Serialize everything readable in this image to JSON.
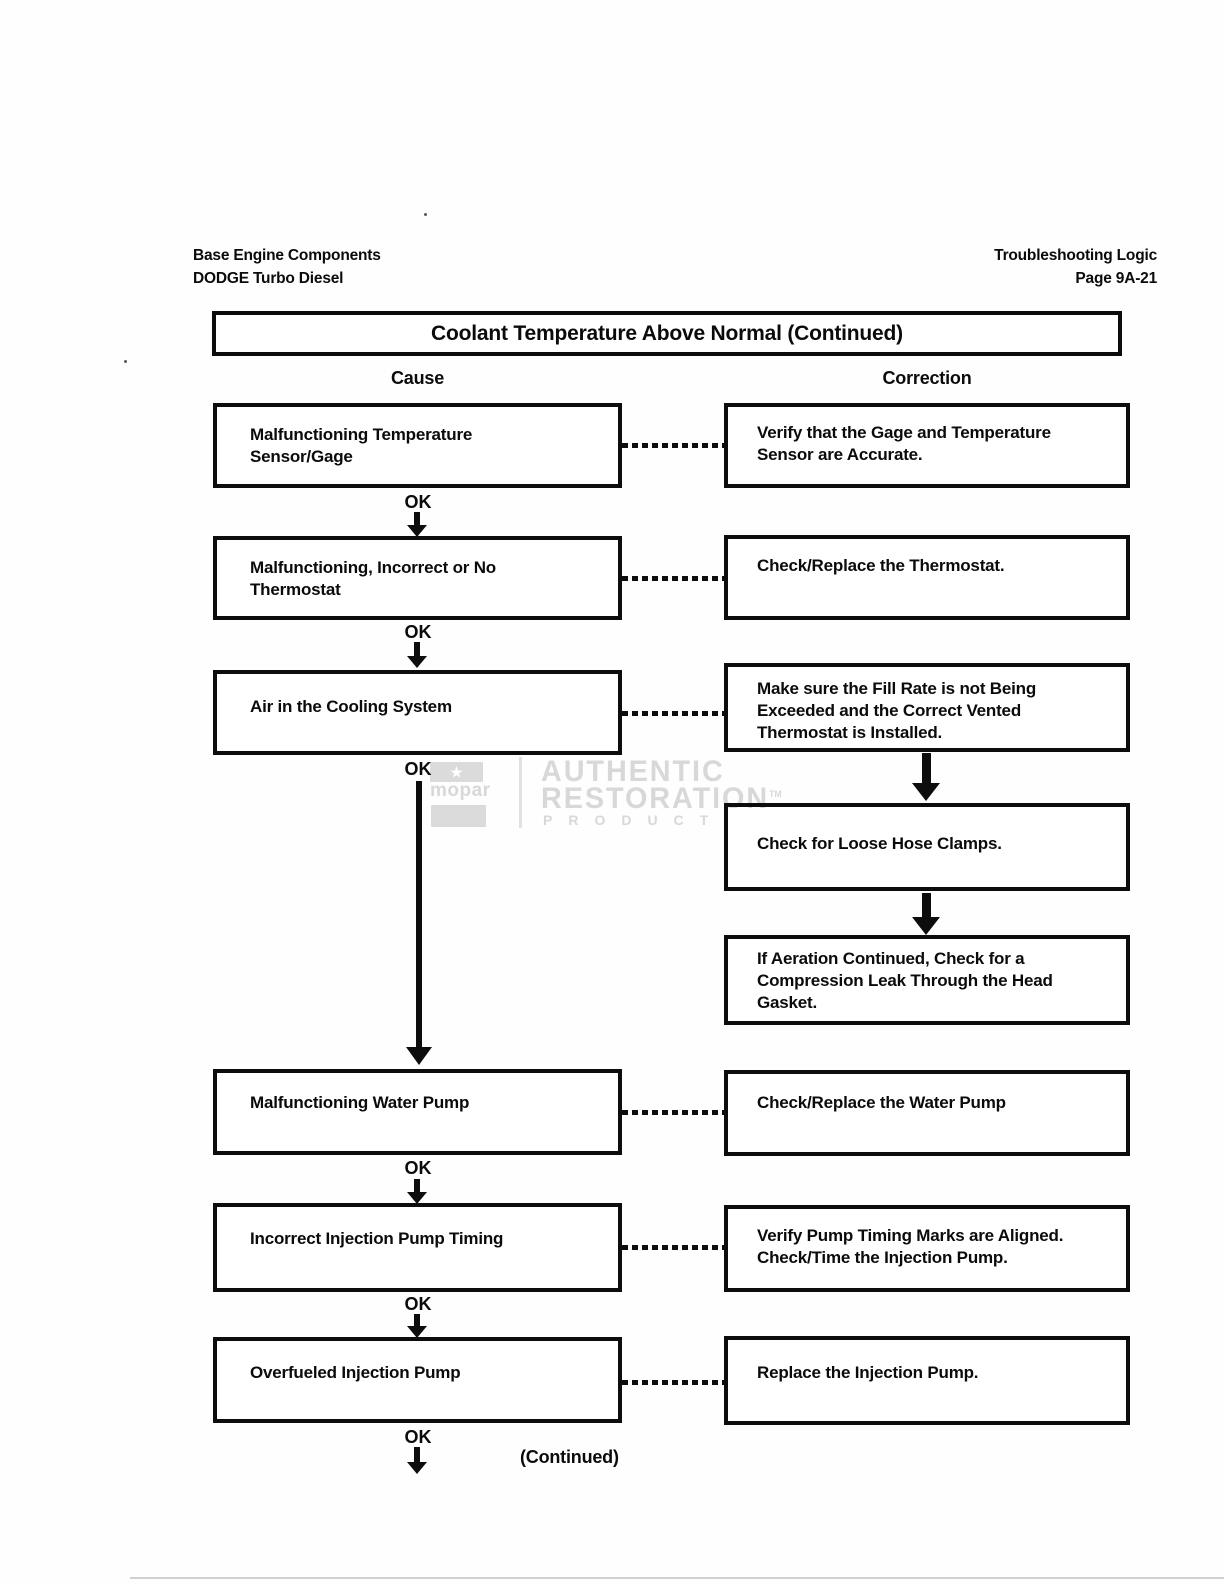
{
  "header": {
    "left": "Base Engine Components\nDODGE Turbo Diesel",
    "right": "Troubleshooting Logic\nPage 9A-21"
  },
  "title": "Coolant Temperature Above Normal (Continued)",
  "columns": {
    "cause": "Cause",
    "correction": "Correction"
  },
  "labels": {
    "ok": "OK",
    "continued": "(Continued)"
  },
  "watermark": {
    "brand": "mopar",
    "star": "★",
    "line1": "AUTHENTIC",
    "line2": "RESTORATION",
    "tm": "TM",
    "line3": "PRODUCT"
  },
  "flow": {
    "rows": [
      {
        "cause": "Malfunctioning Temperature\nSensor/Gage",
        "correction": "Verify that the Gage and Temperature\nSensor are Accurate."
      },
      {
        "cause": "Malfunctioning, Incorrect or No\nThermostat",
        "correction": "Check/Replace the Thermostat."
      },
      {
        "cause": "Air in the Cooling System",
        "correction": "Make sure the Fill Rate is not Being\nExceeded and the Correct Vented\nThermostat is Installed."
      },
      {
        "cause": "Malfunctioning Water Pump",
        "correction": "Check/Replace the Water Pump"
      },
      {
        "cause": "Incorrect Injection Pump Timing",
        "correction": "Verify Pump Timing Marks are Aligned.\nCheck/Time the Injection Pump."
      },
      {
        "cause": "Overfueled Injection Pump",
        "correction": "Replace the Injection Pump."
      }
    ],
    "chain": [
      "Check for Loose Hose Clamps.",
      "If Aeration Continued, Check for a\nCompression Leak Through the Head\nGasket."
    ]
  }
}
